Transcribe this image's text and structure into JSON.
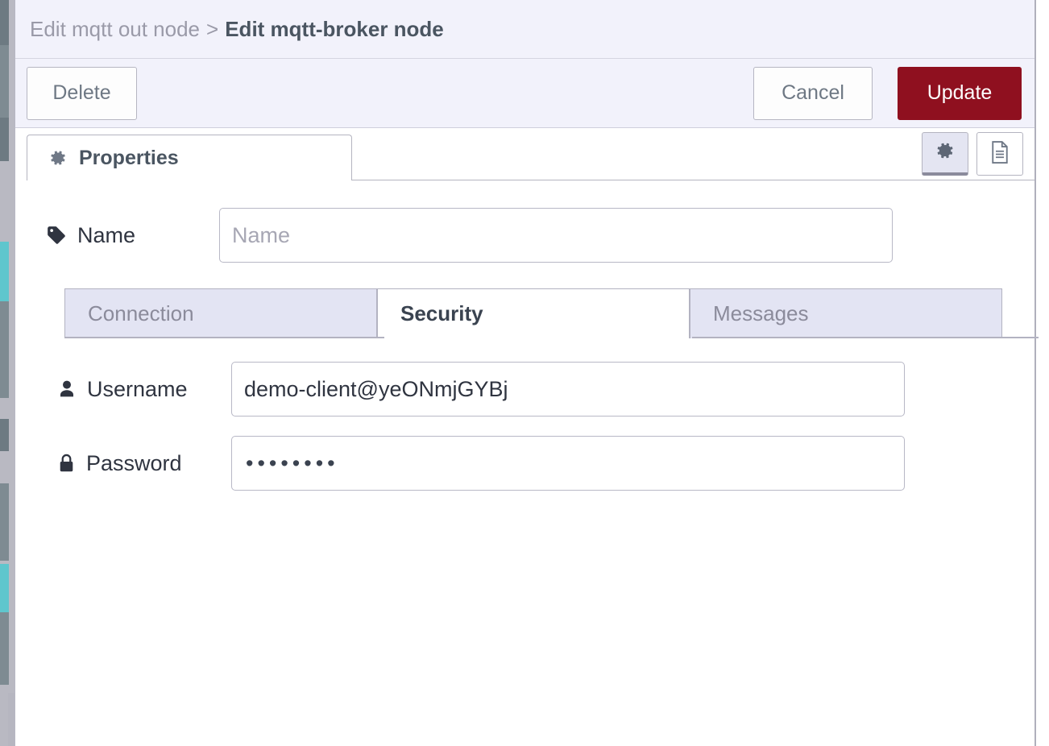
{
  "breadcrumb": {
    "parent": "Edit mqtt out node",
    "separator": ">",
    "current": "Edit mqtt-broker node"
  },
  "toolbar": {
    "delete_label": "Delete",
    "cancel_label": "Cancel",
    "update_label": "Update"
  },
  "tabs": {
    "properties_label": "Properties",
    "properties_icon": "gear-icon",
    "right_buttons": [
      {
        "name": "gear-icon",
        "active": true
      },
      {
        "name": "description-icon",
        "active": false
      }
    ]
  },
  "form": {
    "name": {
      "label": "Name",
      "icon": "tag-icon",
      "value": "",
      "placeholder": "Name"
    },
    "username": {
      "label": "Username",
      "icon": "user-icon",
      "value": "demo-client@yeONmjGYBj",
      "placeholder": ""
    },
    "password": {
      "label": "Password",
      "icon": "lock-icon",
      "masked_value": "••••••••",
      "placeholder": ""
    }
  },
  "subtabs": [
    {
      "label": "Connection",
      "active": false
    },
    {
      "label": "Security",
      "active": true
    },
    {
      "label": "Messages",
      "active": false
    }
  ],
  "colors": {
    "header_bg": "#f2f2fb",
    "update_red": "#8f101f",
    "border": "#b4b4c0",
    "subtab_inactive_bg": "#e3e4f3",
    "text_dark": "#3a4350",
    "text_muted": "#9a9aa8"
  }
}
